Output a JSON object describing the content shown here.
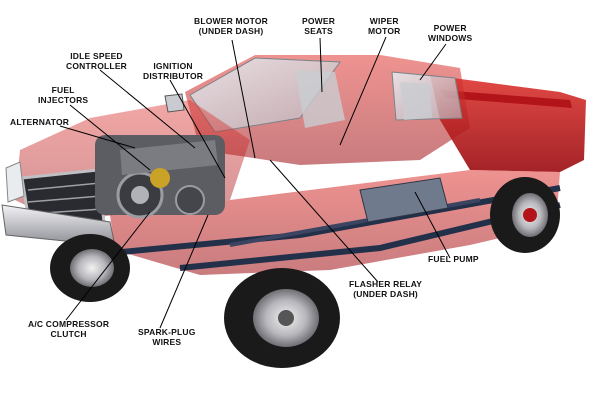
{
  "colors": {
    "body_red": "#c8171b",
    "body_dark_red": "#8e0d12",
    "chrome": "#cfcfd4",
    "tire": "#1b1b1b",
    "frame": "#2a3348",
    "engine": "#6d6f74",
    "leader": "#000000",
    "background": "#ffffff"
  },
  "labels": {
    "blower_motor": [
      "BLOWER MOTOR",
      "(UNDER DASH)"
    ],
    "power_seats": [
      "POWER",
      "SEATS"
    ],
    "wiper_motor": [
      "WIPER",
      "MOTOR"
    ],
    "power_windows": [
      "POWER",
      "WINDOWS"
    ],
    "idle_speed_controller": [
      "IDLE SPEED",
      "CONTROLLER"
    ],
    "ignition_distributor": [
      "IGNITION",
      "DISTRIBUTOR"
    ],
    "fuel_injectors": [
      "FUEL",
      "INJECTORS"
    ],
    "alternator": [
      "ALTERNATOR"
    ],
    "fuel_pump": [
      "FUEL PUMP"
    ],
    "flasher_relay": [
      "FLASHER RELAY",
      "(UNDER DASH)"
    ],
    "ac_compressor_clutch": [
      "A/C COMPRESSOR",
      "CLUTCH"
    ],
    "spark_plug_wires": [
      "SPARK-PLUG",
      "WIRES"
    ]
  }
}
